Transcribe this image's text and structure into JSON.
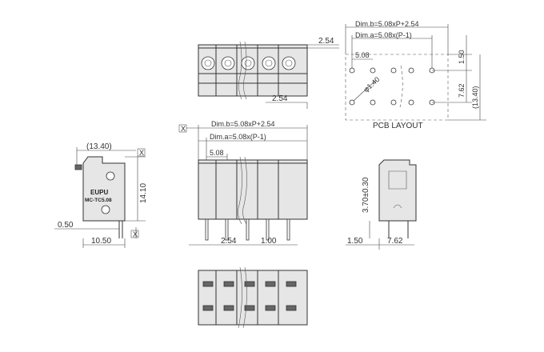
{
  "top_view": {
    "dim_width": "2.54",
    "dim_bottom": "2.54"
  },
  "pcb_layout": {
    "dim_b": "Dim.b=5.08xP+2.54",
    "dim_a": "Dim.a=5.08x(P-1)",
    "pitch": "5.08",
    "top_offset": "1.50",
    "hole_dia": "φ1.40",
    "row_spacing": "7.62",
    "overall": "(13.40)",
    "title": "PCB LAYOUT"
  },
  "side_view": {
    "height_paren": "(13.40)",
    "height": "14.10",
    "pin_offset": "0.50",
    "width": "10.50",
    "brand": "EUPU",
    "model": "MC-TC5.08",
    "datum_label": "X"
  },
  "front_view": {
    "dim_b": "Dim.b=5.08xP+2.54",
    "dim_a": "Dim.a=5.08x(P-1)",
    "pitch": "5.08",
    "pin_spacing": "2.54",
    "pin_width": "1.00"
  },
  "right_view": {
    "pin_dim": "3.70±0.30",
    "offset": "1.50",
    "row": "7.62"
  }
}
